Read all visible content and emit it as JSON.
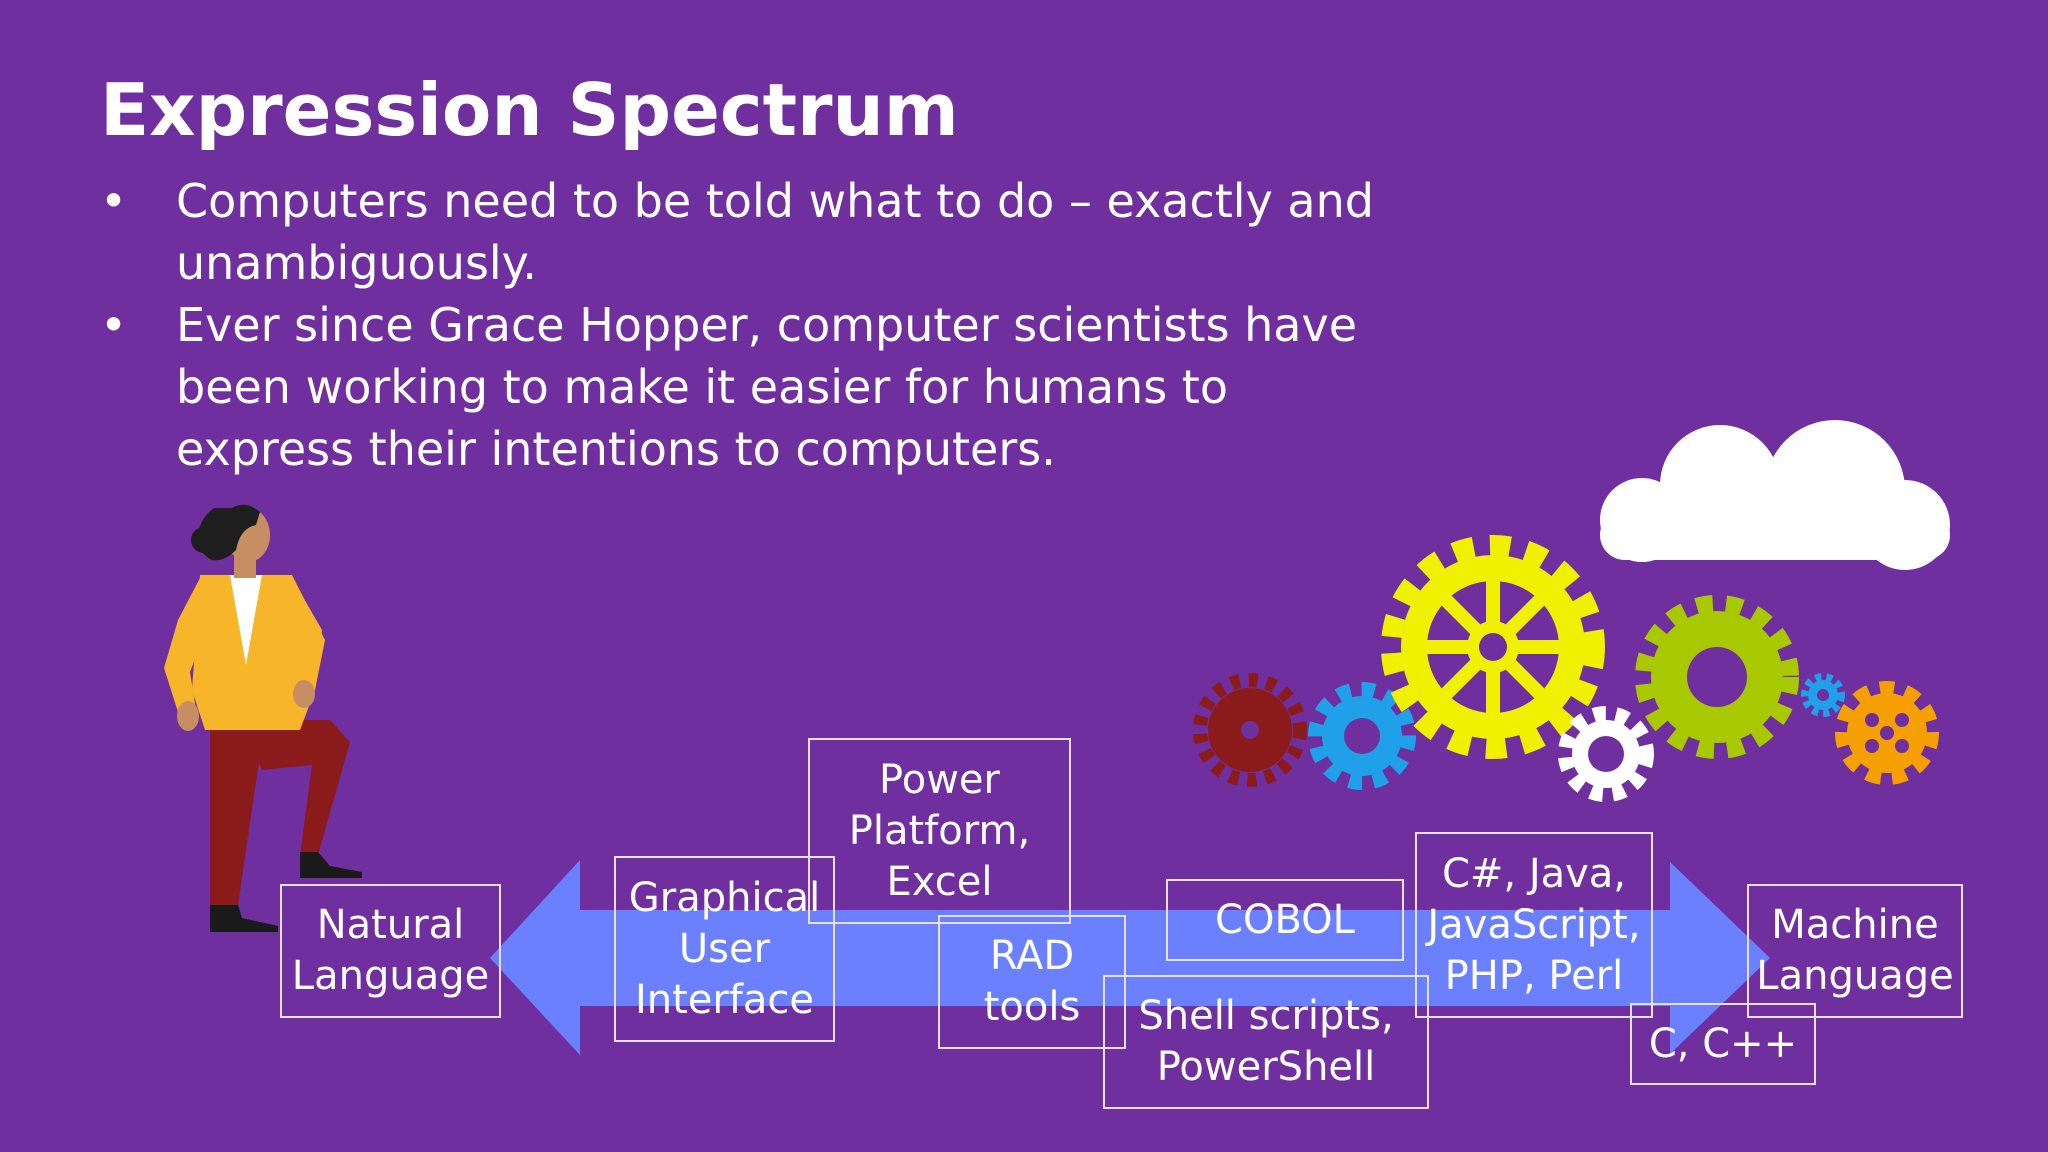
{
  "slide": {
    "title": "Expression Spectrum",
    "bullets": [
      "Computers need to be told what to do – exactly and unambiguously.",
      "Ever since Grace Hopper, computer scientists have been working to make it easier for humans to express their intentions to computers."
    ],
    "bullet_symbol": "•"
  },
  "spectrum": {
    "boxes": {
      "natural_language": "Natural\nLanguage",
      "gui": "Graphical\nUser\nInterface",
      "power_platform": "Power\nPlatform,\nExcel",
      "rad_tools": "RAD\ntools",
      "cobol": "COBOL",
      "shell_scripts": "Shell scripts,\nPowerShell",
      "csharp_java": "C#, Java,\nJavaScript,\nPHP, Perl",
      "c_cpp": "C, C++",
      "machine_language": "Machine\nLanguage"
    }
  },
  "colors": {
    "background": "#6f2f9f",
    "arrow": "#6a80ff",
    "gear_red": "#8b1a1a",
    "gear_blue": "#1fa0e8",
    "gear_yellow": "#f0f000",
    "gear_white": "#ffffff",
    "gear_green": "#a8c800",
    "gear_orange": "#f5a000",
    "cloud": "#ffffff"
  },
  "illustrations": {
    "person": "person-stepping-illustration",
    "cloud": "cloud-icon",
    "gears": "gears-illustration"
  }
}
